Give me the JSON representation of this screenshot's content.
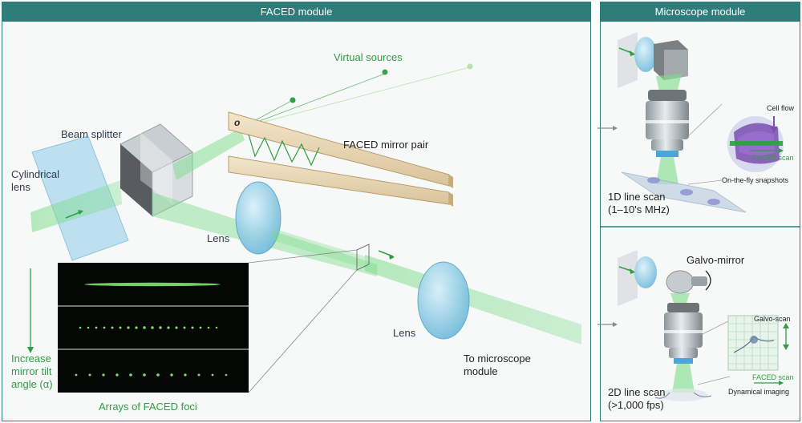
{
  "faced": {
    "title": "FACED module",
    "virtual_sources": "Virtual sources",
    "origin_label": "o",
    "beam_splitter": "Beam splitter",
    "cylindrical_lens": "Cylindrical\nlens",
    "mirror_pair": "FACED mirror pair",
    "lens1": "Lens",
    "lens2": "Lens",
    "to_microscope": "To microscope\nmodule",
    "increase_tilt": "Increase\nmirror tilt\nangle (α)",
    "arrays_foci": "Arrays of FACED foci"
  },
  "microscope": {
    "title": "Microscope module",
    "top": {
      "cell_flow": "Cell flow",
      "faced_scan": "FACED scan",
      "snapshots": "On-the-fly snapshots",
      "mode_line1": "1D line scan",
      "mode_line2": "(1–10's MHz)"
    },
    "bottom": {
      "galvo_mirror": "Galvo-mirror",
      "galvo_scan": "Galvo-scan",
      "faced_scan": "FACED scan",
      "dynamical": "Dynamical imaging",
      "mode_line1": "2D line scan",
      "mode_line2": "(>1,000 fps)"
    }
  },
  "colors": {
    "teal": "#2e7d7a",
    "green": "#2f9e44",
    "lens_blue": "#7ec8e3",
    "mirror_tan": "#e9d8b6",
    "purple": "#7d4fb0"
  }
}
